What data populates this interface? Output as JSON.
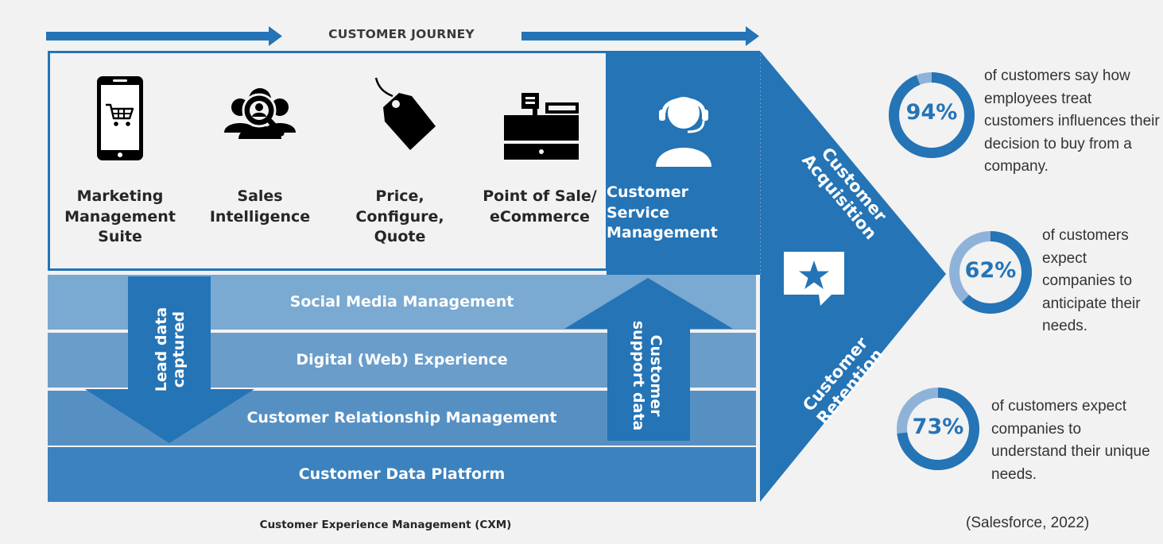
{
  "header": {
    "title": "CUSTOMER JOURNEY"
  },
  "stages": [
    {
      "label": "Marketing\nManagement\nSuite",
      "icon": "smartphone-cart-icon"
    },
    {
      "label": "Sales\nIntelligence",
      "icon": "people-magnifier-icon"
    },
    {
      "label": "Price,\nConfigure,\nQuote",
      "icon": "price-tag-icon"
    },
    {
      "label": "Point of Sale/\neCommerce",
      "icon": "cash-register-icon"
    }
  ],
  "service": {
    "label": "Customer\nService\nManagement",
    "icon": "headset-agent-icon"
  },
  "layers": [
    "Social Media Management",
    "Digital (Web) Experience",
    "Customer Relationship Management",
    "Customer Data Platform"
  ],
  "arrows": {
    "down_label": "Lead data\ncaptured",
    "up_label": "Customer\nsupport data"
  },
  "chevron": {
    "top_label": "Customer Acquisition",
    "bottom_label": "Customer Retention",
    "icon": "star-speech-bubble-icon"
  },
  "stats": [
    {
      "percent": 94,
      "percent_label": "94%",
      "text": "of customers say how\nemployees treat\ncustomers influences their\ndecision to buy from a\ncompany."
    },
    {
      "percent": 62,
      "percent_label": "62%",
      "text": "of customers\nexpect\ncompanies to\nanticipate their\nneeds."
    },
    {
      "percent": 73,
      "percent_label": "73%",
      "text": "of customers expect\ncompanies to\nunderstand their unique\nneeds."
    }
  ],
  "footer": {
    "label": "Customer Experience Management (CXM)",
    "source": "(Salesforce, 2022)"
  },
  "colors": {
    "primary": "#2474b6",
    "layer1": "#7aa9d1",
    "layer2": "#6a9dca",
    "layer3": "#5690c3",
    "layer4": "#3b82bf",
    "ring_track": "#8fb3d8"
  }
}
